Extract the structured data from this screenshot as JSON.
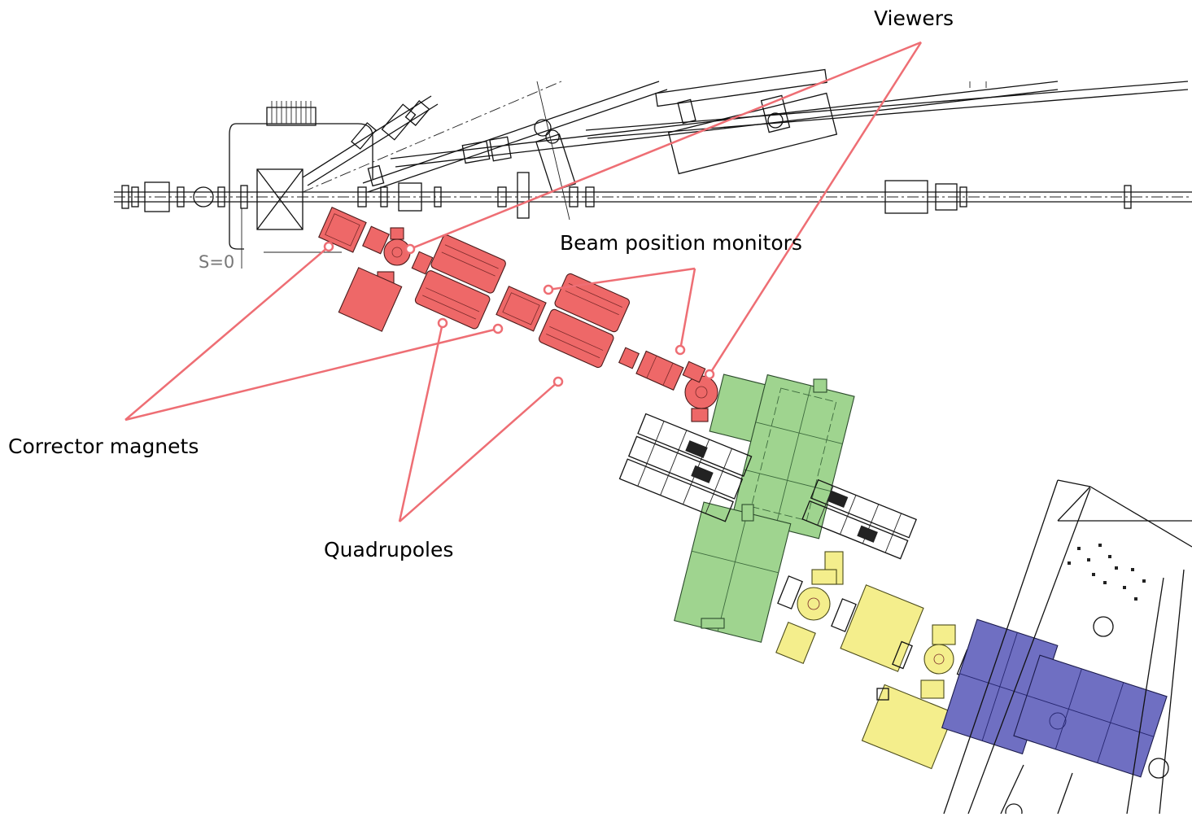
{
  "labels": {
    "viewers": "Viewers",
    "bpm": "Beam position monitors",
    "correctors": "Corrector magnets",
    "quadrupoles": "Quadrupoles",
    "s_zero": "S=0"
  },
  "colors": {
    "correctors_and_quads": "#ee6868",
    "green_section": "#9fd48f",
    "yellow_section": "#f4ee8c",
    "blue_section": "#6f6fc2",
    "leader_lines": "#ee6e74"
  }
}
